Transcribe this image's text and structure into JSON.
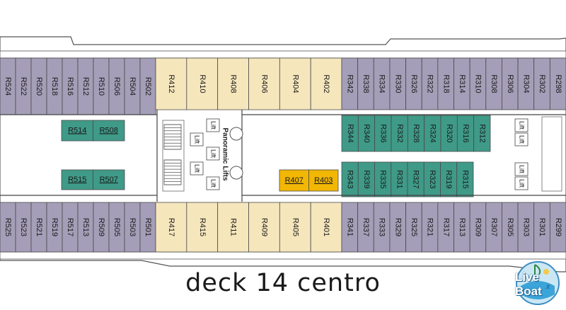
{
  "caption": "deck 14 centro",
  "logo": {
    "text": "Live Boat",
    "tld": ".it"
  },
  "labels": {
    "lift": "Lift",
    "panoramic_lifts": "Panoramic Lifts"
  },
  "colors": {
    "purple": "#a59eb8",
    "cream": "#f5e6bc",
    "green": "#3f9a88",
    "orange": "#f2b705",
    "wall": "#333333",
    "hull": "#ffffff",
    "floor": "#ffffff"
  },
  "cabins": {
    "top_aft": [
      "R524",
      "R522",
      "R520",
      "R518",
      "R516",
      "R512",
      "R510",
      "R506",
      "R504",
      "R502"
    ],
    "top_mid": [
      "R412",
      "R410",
      "R408",
      "R406",
      "R404",
      "R402"
    ],
    "top_fwd": [
      "R342",
      "R338",
      "R334",
      "R330",
      "R326",
      "R322",
      "R318",
      "R314",
      "R310",
      "R308",
      "R306",
      "R304",
      "R302",
      "R298"
    ],
    "bottom_aft": [
      "R525",
      "R523",
      "R521",
      "R519",
      "R517",
      "R513",
      "R509",
      "R505",
      "R503",
      "R501"
    ],
    "bottom_mid": [
      "R417",
      "R415",
      "R411",
      "R409",
      "R405",
      "R401"
    ],
    "bottom_fwd": [
      "R341",
      "R337",
      "R333",
      "R329",
      "R325",
      "R321",
      "R317",
      "R313",
      "R309",
      "R307",
      "R305",
      "R303",
      "R301",
      "R299"
    ],
    "inner_green_aft_top": [
      "R514",
      "R508"
    ],
    "inner_green_aft_bottom": [
      "R515",
      "R507"
    ],
    "inner_orange": [
      "R407",
      "R403"
    ],
    "inner_fwd_top": [
      "R344",
      "R340",
      "R336",
      "R332",
      "R328",
      "R324",
      "R320",
      "R316",
      "R312"
    ],
    "inner_fwd_bottom": [
      "R343",
      "R339",
      "R335",
      "R331",
      "R327",
      "R323",
      "R319",
      "R315"
    ]
  }
}
